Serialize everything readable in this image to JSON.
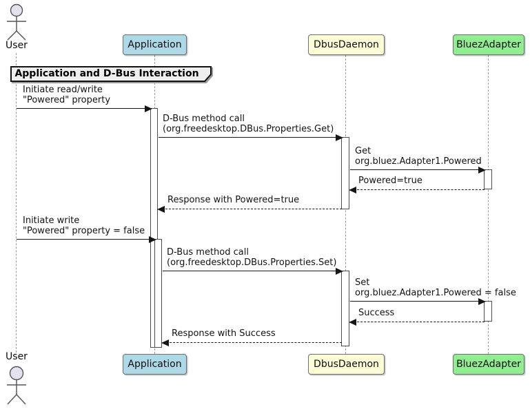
{
  "frame": {
    "title": "Application and D-Bus Interaction"
  },
  "actor": {
    "label": "User"
  },
  "participants": {
    "application": {
      "label": "Application",
      "fill": "#ADD8E6"
    },
    "dbusdaemon": {
      "label": "DbusDaemon",
      "fill": "#FCFCD6"
    },
    "bluezadapter": {
      "label": "BluezAdapter",
      "fill": "#90EE90"
    }
  },
  "messages": [
    {
      "from": "User",
      "to": "Application",
      "style": "solid",
      "lines": [
        "Initiate read/write",
        "\"Powered\" property"
      ]
    },
    {
      "from": "Application",
      "to": "DbusDaemon",
      "style": "solid",
      "lines": [
        "D-Bus method call",
        "(org.freedesktop.DBus.Properties.Get)"
      ]
    },
    {
      "from": "DbusDaemon",
      "to": "BluezAdapter",
      "style": "solid",
      "lines": [
        "Get",
        "org.bluez.Adapter1.Powered"
      ]
    },
    {
      "from": "BluezAdapter",
      "to": "DbusDaemon",
      "style": "dashed",
      "lines": [
        "Powered=true"
      ]
    },
    {
      "from": "DbusDaemon",
      "to": "Application",
      "style": "dashed",
      "lines": [
        "Response with Powered=true"
      ]
    },
    {
      "from": "User",
      "to": "Application",
      "style": "solid",
      "lines": [
        "Initiate write",
        "\"Powered\" property = false"
      ]
    },
    {
      "from": "Application",
      "to": "DbusDaemon",
      "style": "solid",
      "lines": [
        "D-Bus method call",
        "(org.freedesktop.DBus.Properties.Set)"
      ]
    },
    {
      "from": "DbusDaemon",
      "to": "BluezAdapter",
      "style": "solid",
      "lines": [
        "Set",
        "org.bluez.Adapter1.Powered = false"
      ]
    },
    {
      "from": "BluezAdapter",
      "to": "DbusDaemon",
      "style": "dashed",
      "lines": [
        "Success"
      ]
    },
    {
      "from": "DbusDaemon",
      "to": "Application",
      "style": "dashed",
      "lines": [
        "Response with Success"
      ]
    }
  ],
  "colors": {
    "arrow": "#161616",
    "lifeline": "#9a9a9a",
    "actor_head_fill": "#E2E2F0",
    "frame_fill": "#EEEEEE",
    "participant_border": "#6E6E6E",
    "activation_fill": "#FFFFFF"
  }
}
